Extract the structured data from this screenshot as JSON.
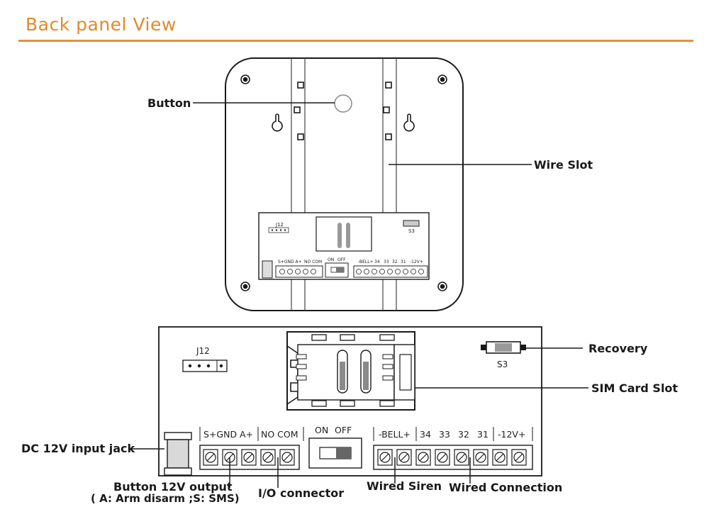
{
  "header": {
    "title": "Back panel View"
  },
  "callouts": {
    "button": "Button",
    "wire_slot": "Wire Slot",
    "recovery": "Recovery",
    "sim_card_slot": "SIM Card Slot",
    "dc_input": "DC 12V input jack",
    "button_output": "Button 12V output",
    "button_output_note": "( A: Arm disarm ;S: SMS)",
    "io_connector": "I/O  connector",
    "wired_siren": "Wired Siren",
    "wired_connection": "Wired Connection"
  },
  "board": {
    "j12": "J12",
    "s3": "S3",
    "switch_on": "ON",
    "switch_off": "OFF",
    "left_terminal_labels": "S+GND A+",
    "io_terminal_labels": "NO COM",
    "bell": "-BELL+",
    "z34": "34",
    "z33": "33",
    "z32": "32",
    "z31": "31",
    "v12": "-12V+"
  },
  "colors": {
    "accent": "#e08a2c",
    "line": "#1a1a1a"
  }
}
